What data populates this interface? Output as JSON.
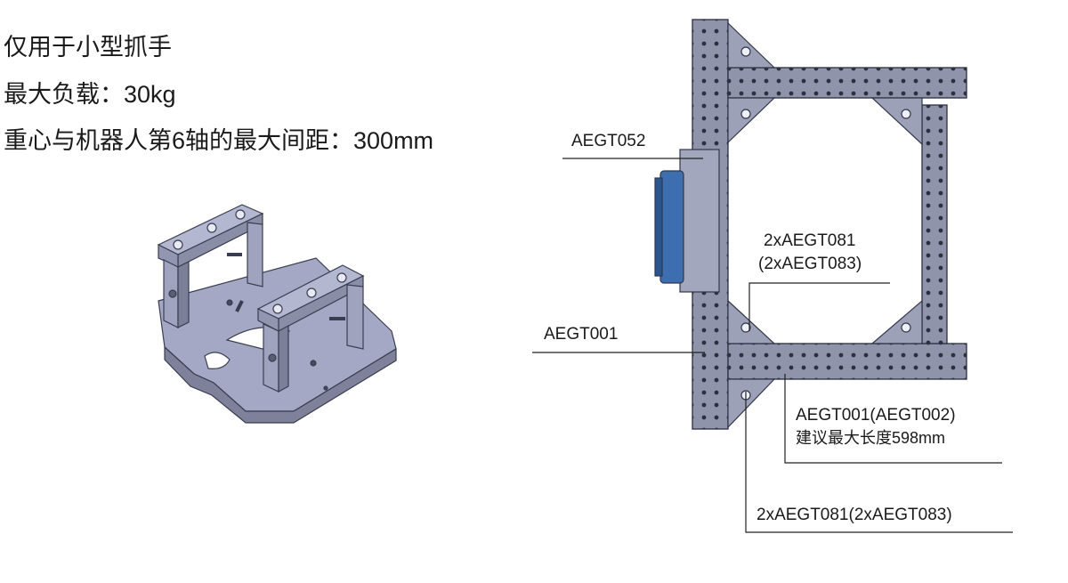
{
  "specs": {
    "line1": "仅用于小型抓手",
    "line2": "最大负载：30kg",
    "line3": "重心与机器人第6轴的最大间距：300mm"
  },
  "labels": {
    "aegt052": "AEGT052",
    "aegt081_top_1": "2xAEGT081",
    "aegt081_top_2": "(2xAEGT083)",
    "aegt001_left": "AEGT001",
    "aegt001_right_1": "AEGT001(AEGT002)",
    "aegt001_right_2": "建议最大长度598mm",
    "aegt081_bottom": "2xAEGT081(2xAEGT083)"
  },
  "colors": {
    "frame": "#8f94ab",
    "frame_dark": "#5a5f74",
    "adapter": "#3d6fb0",
    "part": "#a7aac6"
  }
}
